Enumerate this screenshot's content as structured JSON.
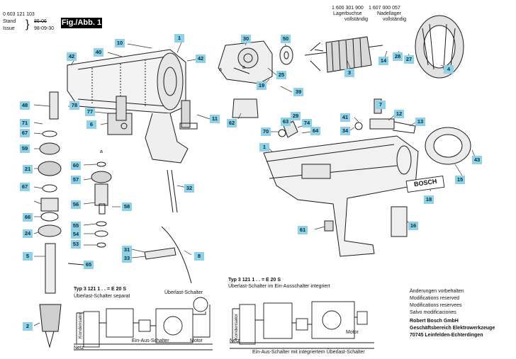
{
  "header": {
    "part_number": "0 603 121 103",
    "stand_label": "Stand",
    "stand_value": "86-06",
    "issue_label": "Issue",
    "issue_value": "98-09-30",
    "figure_label": "Fig./Abb. 1"
  },
  "part_notes": {
    "bushing_number": "1 600 301 900",
    "bushing_text": "Lagerbuchse",
    "bushing_status": "vollständig",
    "needle_number": "1 607 000 057",
    "needle_text": "Nadellager",
    "needle_status": "vollständig"
  },
  "callouts": [
    {
      "id": "c1",
      "label": "1"
    },
    {
      "id": "c1b",
      "label": "1"
    },
    {
      "id": "c2",
      "label": "2"
    },
    {
      "id": "c3",
      "label": "3"
    },
    {
      "id": "c4",
      "label": "4"
    },
    {
      "id": "c5",
      "label": "5"
    },
    {
      "id": "c6",
      "label": "6"
    },
    {
      "id": "c7",
      "label": "7"
    },
    {
      "id": "c8",
      "label": "8"
    },
    {
      "id": "c10",
      "label": "10"
    },
    {
      "id": "c11",
      "label": "11"
    },
    {
      "id": "c12",
      "label": "12"
    },
    {
      "id": "c13",
      "label": "13"
    },
    {
      "id": "c14",
      "label": "14"
    },
    {
      "id": "c15",
      "label": "15"
    },
    {
      "id": "c16",
      "label": "16"
    },
    {
      "id": "c18",
      "label": "18"
    },
    {
      "id": "c19",
      "label": "19"
    },
    {
      "id": "c21",
      "label": "21"
    },
    {
      "id": "c24",
      "label": "24"
    },
    {
      "id": "c25",
      "label": "25"
    },
    {
      "id": "c27",
      "label": "27"
    },
    {
      "id": "c28",
      "label": "28"
    },
    {
      "id": "c29",
      "label": "29"
    },
    {
      "id": "c30",
      "label": "30"
    },
    {
      "id": "c31",
      "label": "31"
    },
    {
      "id": "c32",
      "label": "32"
    },
    {
      "id": "c33",
      "label": "33"
    },
    {
      "id": "c34",
      "label": "34"
    },
    {
      "id": "c39",
      "label": "39"
    },
    {
      "id": "c40",
      "label": "40"
    },
    {
      "id": "c41",
      "label": "41"
    },
    {
      "id": "c42",
      "label": "42"
    },
    {
      "id": "c42b",
      "label": "42"
    },
    {
      "id": "c43",
      "label": "43"
    },
    {
      "id": "c48",
      "label": "48"
    },
    {
      "id": "c50",
      "label": "50"
    },
    {
      "id": "c53",
      "label": "53"
    },
    {
      "id": "c54",
      "label": "54"
    },
    {
      "id": "c55",
      "label": "55"
    },
    {
      "id": "c56",
      "label": "56"
    },
    {
      "id": "c57",
      "label": "57"
    },
    {
      "id": "c58",
      "label": "58"
    },
    {
      "id": "c59",
      "label": "59"
    },
    {
      "id": "c60",
      "label": "60"
    },
    {
      "id": "c61",
      "label": "61"
    },
    {
      "id": "c62",
      "label": "62"
    },
    {
      "id": "c63",
      "label": "63"
    },
    {
      "id": "c64",
      "label": "64"
    },
    {
      "id": "c65",
      "label": "65"
    },
    {
      "id": "c66",
      "label": "66"
    },
    {
      "id": "c67",
      "label": "67"
    },
    {
      "id": "c67b",
      "label": "67"
    },
    {
      "id": "c70",
      "label": "70"
    },
    {
      "id": "c71",
      "label": "71"
    },
    {
      "id": "c74",
      "label": "74"
    },
    {
      "id": "c77",
      "label": "77"
    },
    {
      "id": "c78",
      "label": "78"
    }
  ],
  "point_letters": {
    "a1": "a",
    "a2": "a",
    "a3": "a"
  },
  "brand_plate": "BOSCH",
  "wiring_left": {
    "type_line": "Typ   3 121 1 . .  = E 20 S",
    "subtitle": "Überlast-Schalter separat",
    "overload_label": "Überlast-Schalter",
    "capacitor_label": "Kondensator",
    "switch_label": "Ein-Aus-Schalter",
    "motor_label": "Motor",
    "mains_label": "Netz"
  },
  "wiring_right": {
    "type_line": "Typ   3 121 1 . .  = E 20 S",
    "subtitle": "Überlast-Schalter im Ein-Ausschalter integriert",
    "capacitor_label": "Kondensator",
    "motor_label": "Motor",
    "switch_label": "Ein-Aus-Schalter mit integriertem Überlast-Schalter",
    "mains_label": "Netz"
  },
  "footer": {
    "change_1": "Änderungen vorbehalten",
    "change_2": "Modifications reserved",
    "change_3": "Modifications reservees",
    "change_4": "Salvo modificaciones",
    "company": "Robert Bosch GmbH",
    "division": "Geschäftsbereich Elektrowerkzeuge",
    "address": "70745 Leinfelden-Echterdingen"
  },
  "colors": {
    "callout": "#8fd1e6",
    "ink": "#1a1a1a"
  }
}
